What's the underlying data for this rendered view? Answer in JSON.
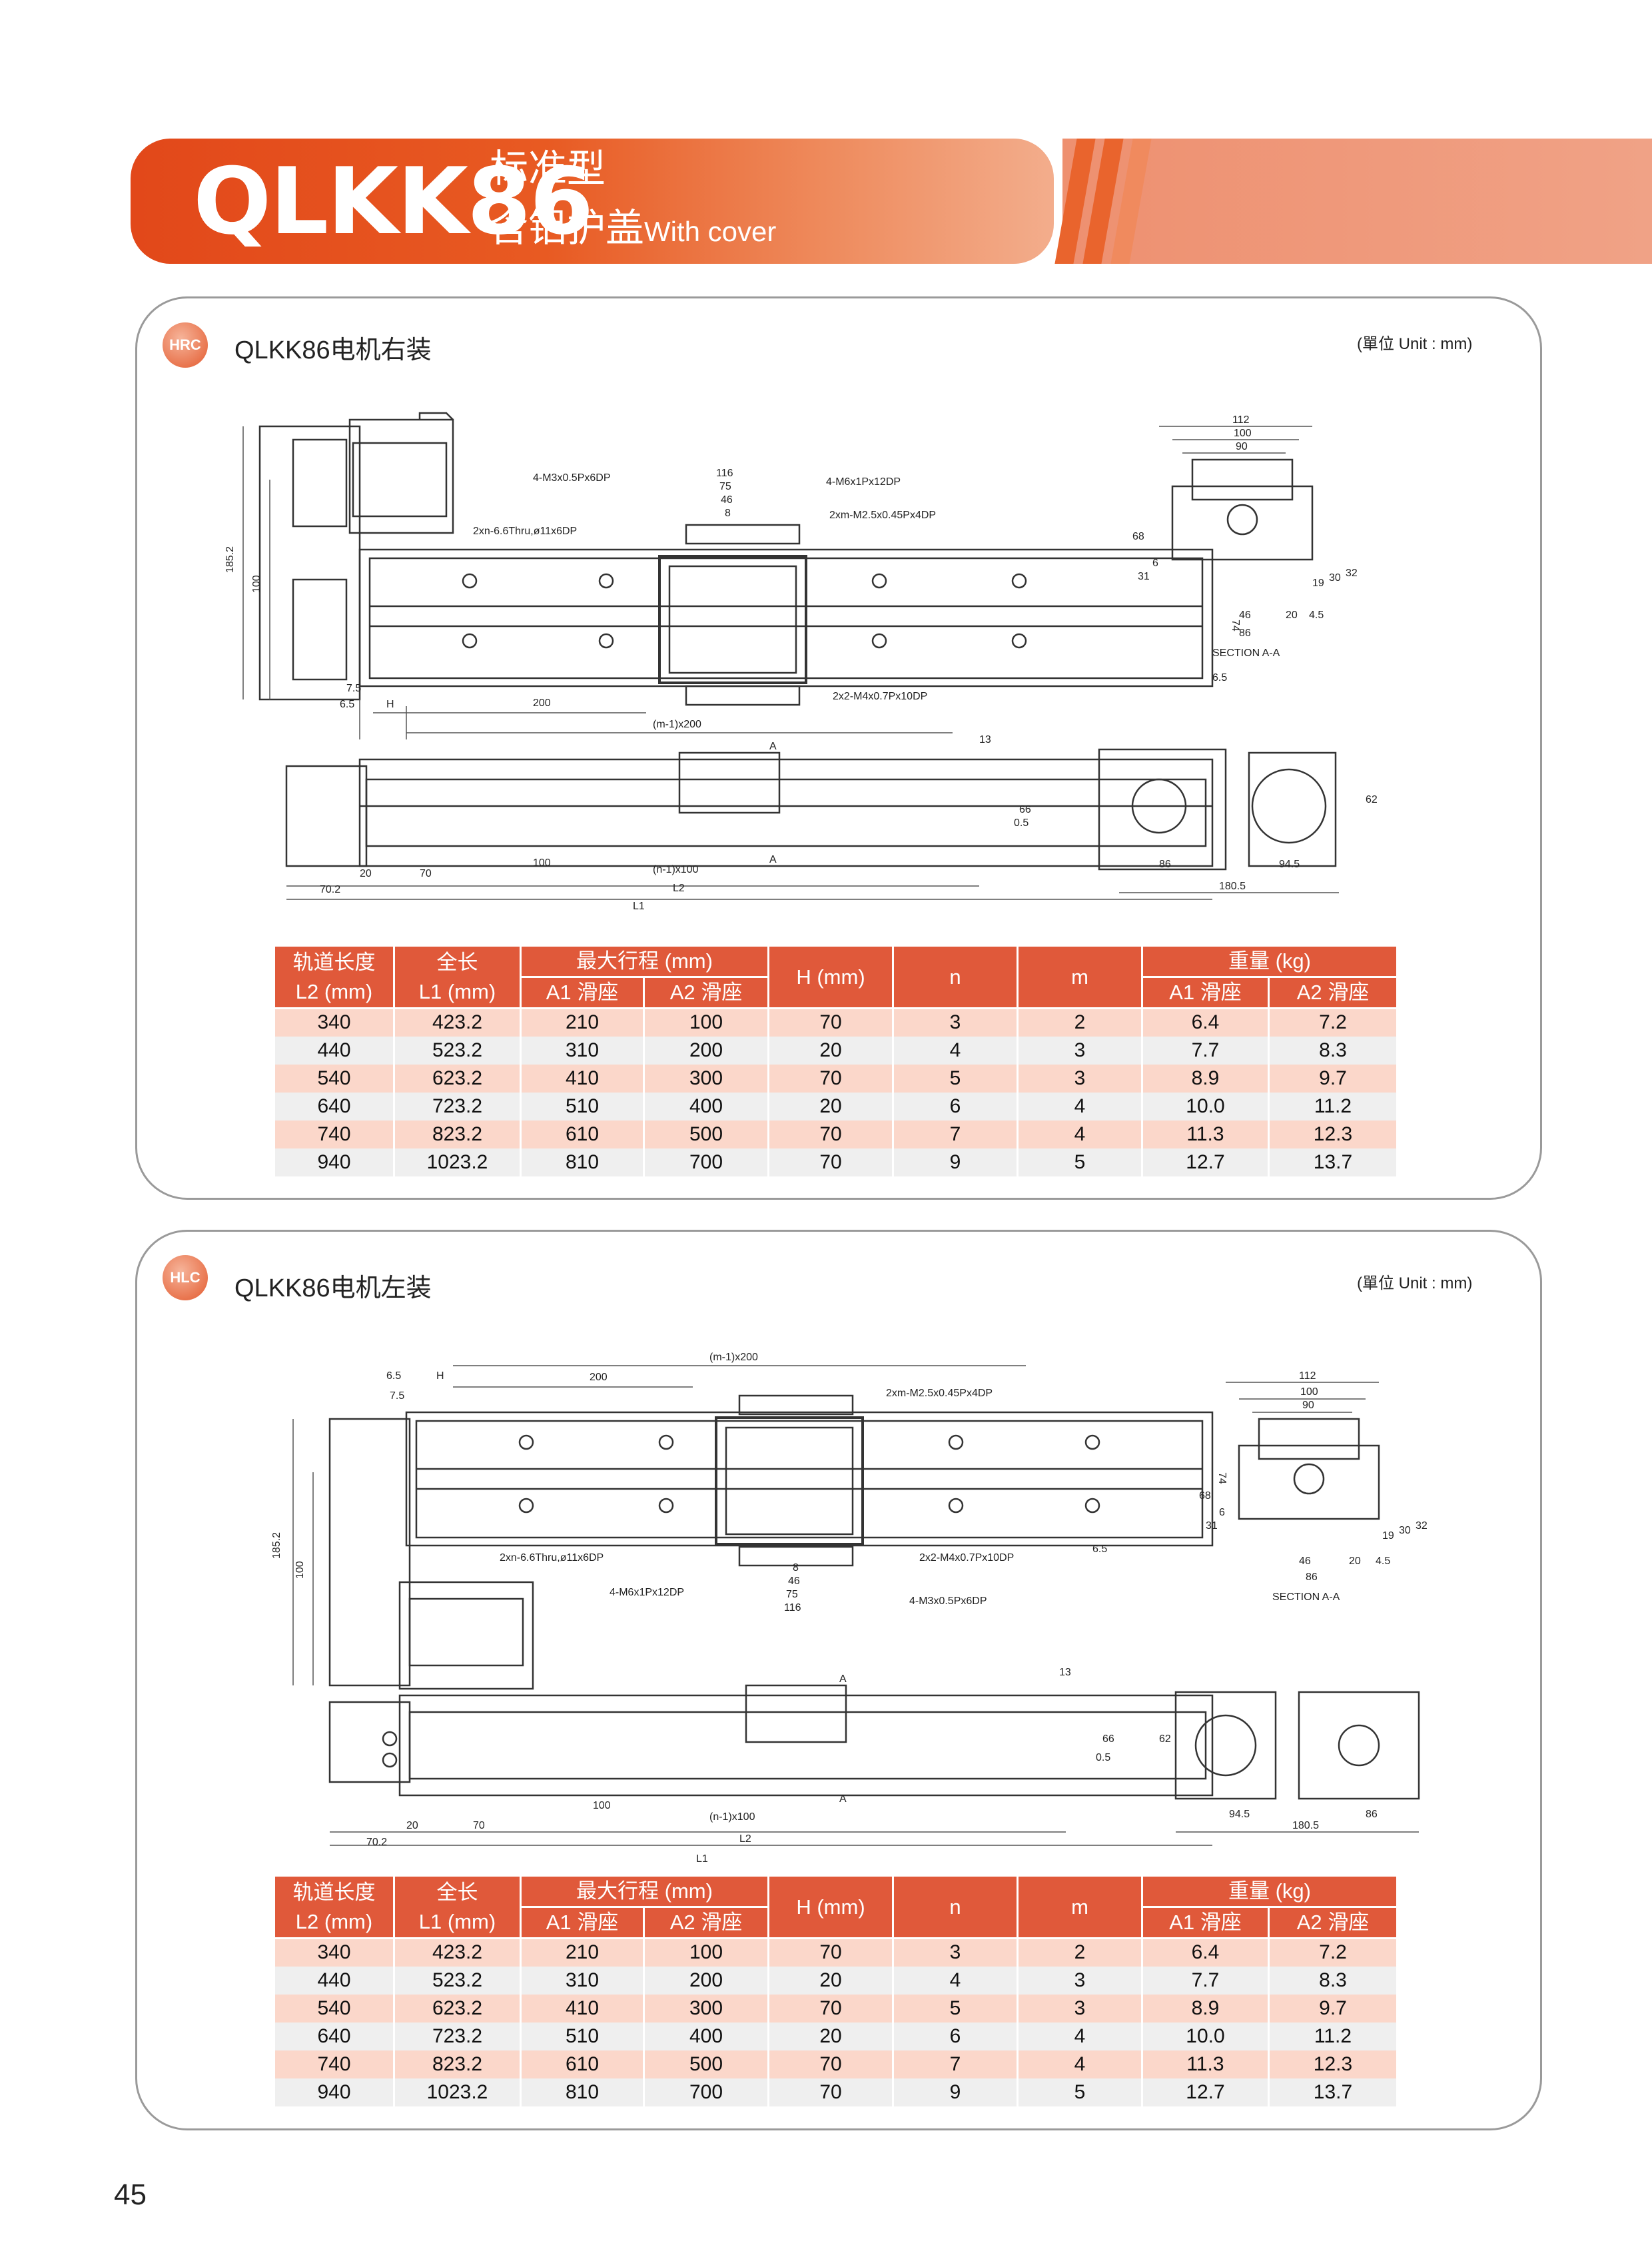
{
  "header": {
    "model": "QLKK86",
    "subtitle_line1": "标准型",
    "subtitle_line2_cn": "含铝护盖",
    "subtitle_line2_en": "With cover"
  },
  "sections": [
    {
      "badge": "HRC",
      "title": "QLKK86电机右装",
      "unit_note": "(單位 Unit : mm)"
    },
    {
      "badge": "HLC",
      "title": "QLKK86电机左装",
      "unit_note": "(單位 Unit : mm)"
    }
  ],
  "drawing_labels": {
    "d185": "185.2",
    "d100": "100",
    "d74": "74",
    "d116": "116",
    "d75": "75",
    "d46": "46",
    "d8": "8",
    "d200": "200",
    "d75b": "7.5",
    "d65": "6.5",
    "H": "H",
    "m200": "(m-1)x200",
    "h1": "4-M3x0.5Px6DP",
    "h2": "4-M6x1Px12DP",
    "h3": "2xm-M2.5x0.45Px4DP",
    "h4": "2xn-6.6Thru,ø11x6DP",
    "h5": "2x2-M4x0.7Px10DP",
    "d13": "13",
    "d66": "66",
    "d05": "0.5",
    "A": "A",
    "d20": "20",
    "d70": "70",
    "n100": "(n-1)x100",
    "d702": "70.2",
    "L2": "L2",
    "L1": "L1",
    "s112": "112",
    "s90": "90",
    "s68": "68",
    "s6": "6",
    "s31": "31",
    "s19": "19",
    "s30": "30",
    "s32": "32",
    "s45": "4.5",
    "s86": "86",
    "s20": "20",
    "s46": "46",
    "sectionAA": "SECTION A-A",
    "e86": "86",
    "e945": "94.5",
    "e1805": "180.5",
    "e62": "62"
  },
  "table": {
    "headers": {
      "rail_cn": "轨道长度",
      "rail_en": "L2 (mm)",
      "len_cn": "全长",
      "len_en": "L1 (mm)",
      "stroke": "最大行程 (mm)",
      "a1": "A1 滑座",
      "a2": "A2 滑座",
      "h": "H (mm)",
      "n": "n",
      "m": "m",
      "weight": "重量 (kg)",
      "wa1": "A1 滑座",
      "wa2": "A2 滑座"
    },
    "rows": [
      [
        "340",
        "423.2",
        "210",
        "100",
        "70",
        "3",
        "2",
        "6.4",
        "7.2"
      ],
      [
        "440",
        "523.2",
        "310",
        "200",
        "20",
        "4",
        "3",
        "7.7",
        "8.3"
      ],
      [
        "540",
        "623.2",
        "410",
        "300",
        "70",
        "5",
        "3",
        "8.9",
        "9.7"
      ],
      [
        "640",
        "723.2",
        "510",
        "400",
        "20",
        "6",
        "4",
        "10.0",
        "11.2"
      ],
      [
        "740",
        "823.2",
        "610",
        "500",
        "70",
        "7",
        "4",
        "11.3",
        "12.3"
      ],
      [
        "940",
        "1023.2",
        "810",
        "700",
        "70",
        "9",
        "5",
        "12.7",
        "13.7"
      ]
    ]
  },
  "page_number": "45"
}
